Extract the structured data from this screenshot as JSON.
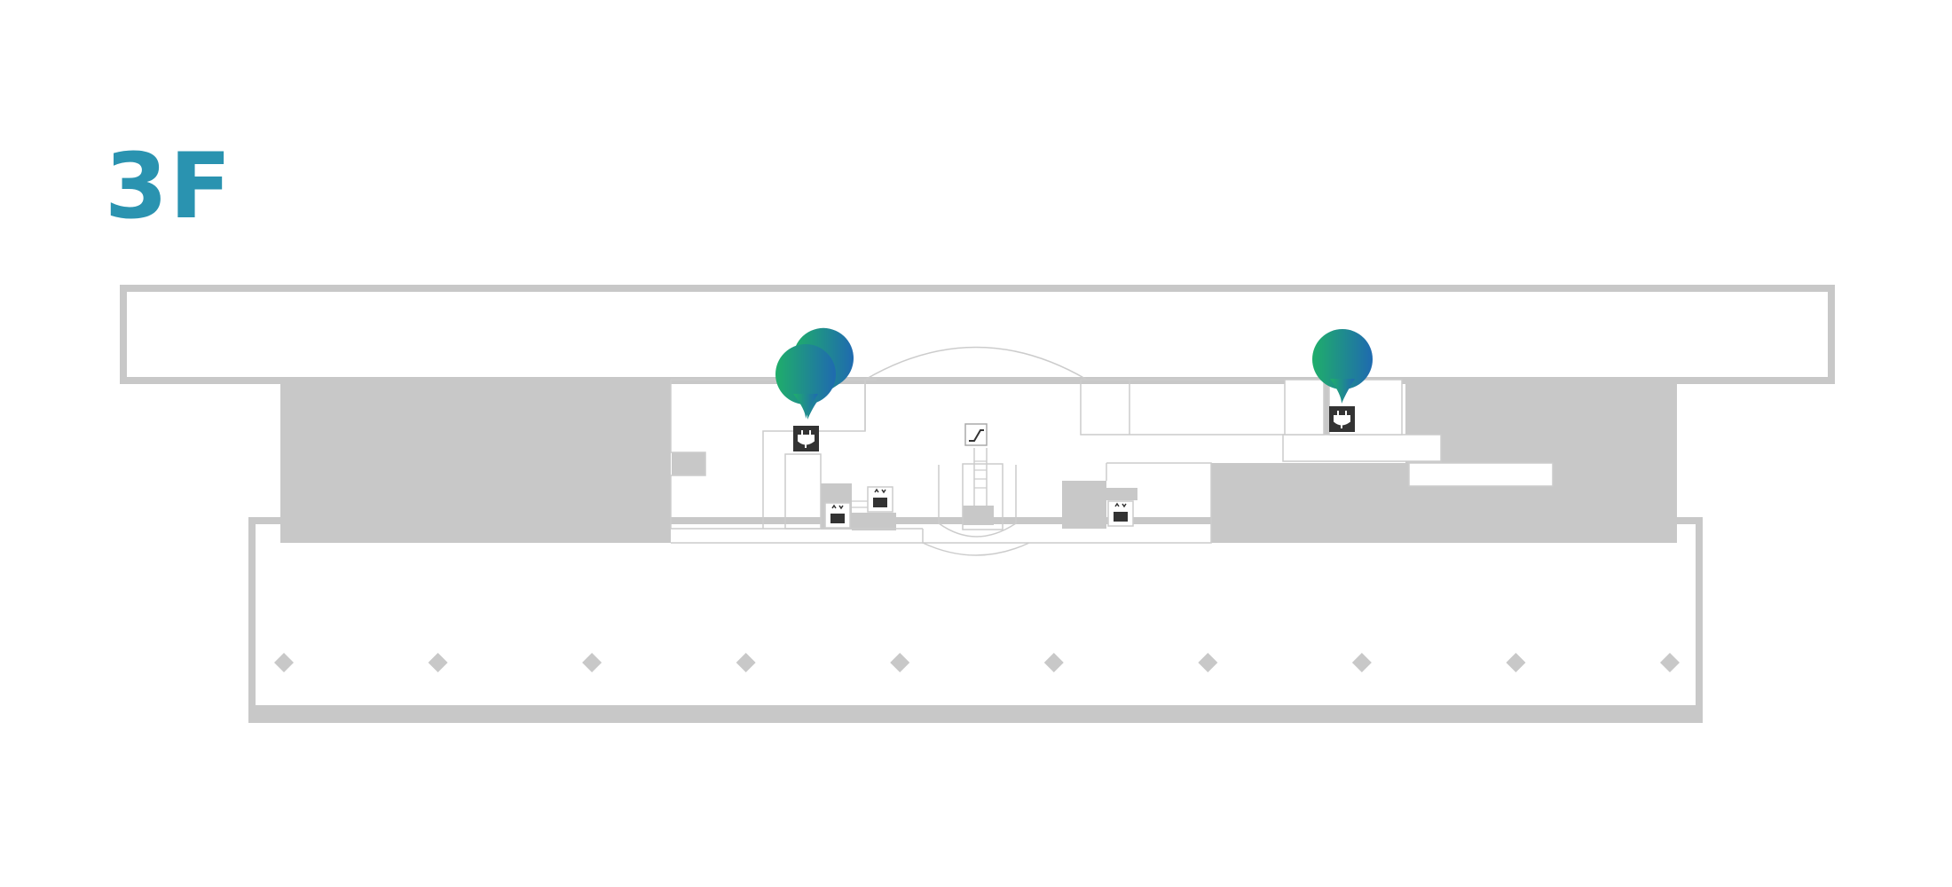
{
  "floor": {
    "label": "3F"
  },
  "colors": {
    "accent": "#2a93b0",
    "wall": "#c8c8c8",
    "line": "#cccccc",
    "pin_gradient_start": "#1fae6a",
    "pin_gradient_end": "#1f6ab0",
    "icon_dark": "#333333"
  },
  "pins": [
    {
      "name": "charging-pin-left",
      "icon": "power-plug-icon"
    },
    {
      "name": "charging-pin-right",
      "icon": "power-plug-icon"
    }
  ],
  "facilities": [
    {
      "name": "elevator-icon-1",
      "icon": "elevator-icon"
    },
    {
      "name": "elevator-icon-2",
      "icon": "elevator-icon"
    },
    {
      "name": "elevator-icon-3",
      "icon": "elevator-icon"
    },
    {
      "name": "escalator-icon",
      "icon": "escalator-icon"
    }
  ],
  "columns_count": 10
}
